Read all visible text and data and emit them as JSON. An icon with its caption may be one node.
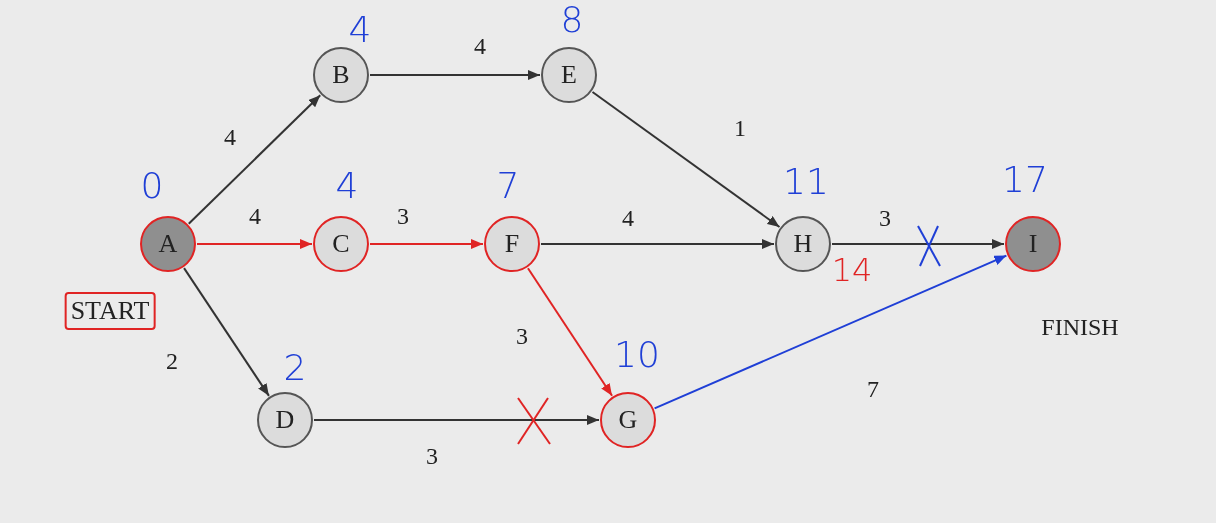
{
  "diagram": {
    "nodes": [
      {
        "text": [
          "A"
        ],
        "beside": [
          "0",
          "START"
        ]
      },
      {
        "text": [
          "B"
        ],
        "beside": [
          "4"
        ]
      },
      {
        "text": [
          "C"
        ],
        "beside": [
          "4"
        ]
      },
      {
        "text": [
          "D"
        ],
        "beside": [
          "2"
        ]
      },
      {
        "text": [
          "E"
        ],
        "beside": [
          "8"
        ]
      },
      {
        "text": [
          "F"
        ],
        "beside": [
          "7"
        ]
      },
      {
        "text": [
          "G"
        ],
        "beside": [
          "10"
        ]
      },
      {
        "text": [
          "H"
        ],
        "beside": [
          "11",
          "14"
        ]
      },
      {
        "text": [
          "I"
        ],
        "beside": [
          "17",
          "FINISH"
        ]
      }
    ],
    "edges": [
      {
        "from": 0,
        "to": 1,
        "arrow": "to",
        "label": "4"
      },
      {
        "from": 1,
        "to": 4,
        "arrow": "to",
        "label": "4"
      },
      {
        "from": 4,
        "to": 7,
        "arrow": "to",
        "label": "1"
      },
      {
        "from": 0,
        "to": 2,
        "arrow": "to",
        "label": "4",
        "color": "#e02424"
      },
      {
        "from": 2,
        "to": 5,
        "arrow": "to",
        "label": "3",
        "color": "#e02424"
      },
      {
        "from": 5,
        "to": 7,
        "arrow": "to",
        "label": "4"
      },
      {
        "from": 7,
        "to": 8,
        "arrow": "to",
        "label": "3"
      },
      {
        "from": 0,
        "to": 3,
        "arrow": "to",
        "label": "2"
      },
      {
        "from": 3,
        "to": 6,
        "arrow": "to",
        "label": "3"
      },
      {
        "from": 5,
        "to": 6,
        "arrow": "to",
        "label": "3",
        "color": "#e02424"
      },
      {
        "from": 6,
        "to": 8,
        "arrow": "to",
        "label": "7",
        "color": "#1f3fd6"
      }
    ]
  }
}
